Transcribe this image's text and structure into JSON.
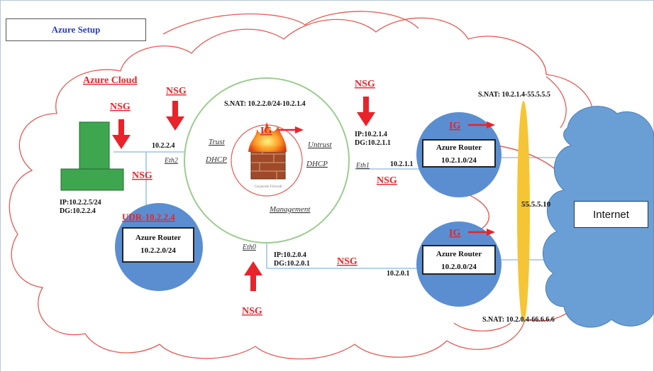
{
  "title": "Azure Setup",
  "cloud_label": "Azure Cloud",
  "nsg_label": "NSG",
  "ig_label": "IG",
  "vm": {
    "ip": "IP:10.2.2.5/24",
    "dg": "DG:10.2.2.4"
  },
  "udr_label": "UDR-10.2.2.4",
  "routers": [
    {
      "title": "Azure Router",
      "subnet": "10.2.2.0/24"
    },
    {
      "title": "Azure Router",
      "subnet": "10.2.1.0/24"
    },
    {
      "title": "Azure Router",
      "subnet": "10.2.0.0/24"
    }
  ],
  "firewall": {
    "snat": "S.NAT:  10.2.2.0/24-10.2.1.4",
    "trust": "Trust",
    "untrust": "Untrust",
    "dhcp": "DHCP",
    "management": "Management",
    "eth2": "Eth2",
    "eth1": "Eth1",
    "eth0": "Eth0",
    "eth2_ip": "10.2.2.4",
    "eth1_ip": "IP:10.2.1.4",
    "eth1_dg": "DG:10.2.1.1",
    "eth0_ip": "IP:10.2.0.4",
    "eth0_dg": "DG:10.2.0.1",
    "watermark": "Corporate Firewall"
  },
  "gateway_1": "10.2.1.1",
  "gateway_0": "10.2.0.1",
  "snat_top": "S.NAT:  10.2.1.4-55.5.5.5",
  "snat_bottom": "S.NAT:  10.2.0.4-66.6.6.6",
  "public_ip": "55.5.5.10",
  "internet": "Internet",
  "colors": {
    "cloud_outline": "#e55a55",
    "nsg_red": "#e8232a",
    "router_fill": "#5b8ed1",
    "internet_cloud": "#6a9fd6",
    "link_blue": "#9ec3e6",
    "bar_yellow": "#f5c535",
    "firewall_ring": "#9ccc8f",
    "vm_green": "#3ea64f",
    "title_blue": "#2c3fb4"
  }
}
